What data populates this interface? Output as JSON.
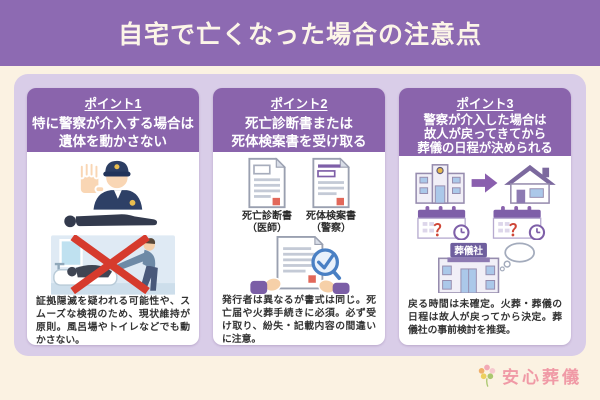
{
  "header": {
    "title": "自宅で亡くなった場合の注意点"
  },
  "colors": {
    "header_bg": "#8d6ab2",
    "panel_bg": "#d9cde8",
    "card_header_bg": "#8a64ac",
    "page_bg": "#fbf2e2",
    "body_text": "#333333",
    "prohibit_red": "#d63b2d",
    "logo_pink": "#f09aa6"
  },
  "cards": [
    {
      "badge": "ポイント1",
      "title_lines": [
        "特に警察が介入する場合は",
        "遺体を動かさない"
      ],
      "description": "証拠隠滅を疑われる可能性や、スムーズな検視のため、現状維持が原則。風呂場やトイレなどでも動かさない。"
    },
    {
      "badge": "ポイント2",
      "title_lines": [
        "死亡診断書または",
        "死体検案書を受け取る"
      ],
      "documents": [
        {
          "name": "死亡診断書",
          "issuer": "（医師）"
        },
        {
          "name": "死体検案書",
          "issuer": "（警察）"
        }
      ],
      "description": "発行者は異なるが書式は同じ。死亡届や火葬手続きに必須。必ず受け取り、紛失・記載内容の間違いに注意。"
    },
    {
      "badge": "ポイント3",
      "title_lines": [
        "警察が介入した場合は",
        "故人が戻ってきてから",
        "葬儀の日程が決められる"
      ],
      "question_mark": "？",
      "funeral_sign": "葬儀社",
      "description": "戻る時間は未確定。火葬・葬儀の日程は故人が戻ってから決定。葬儀社の事前検討を推奨。"
    }
  ],
  "logo": {
    "text": "安心葬儀"
  }
}
